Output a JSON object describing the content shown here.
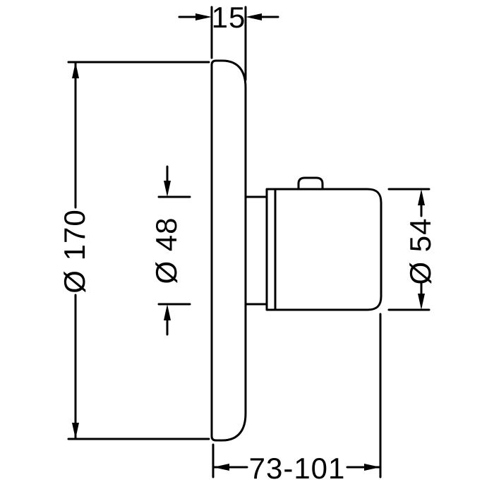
{
  "page": {
    "background_color": "#ffffff",
    "line_color": "#000000"
  },
  "diagram": {
    "type": "technical-dimension-drawing",
    "labels": {
      "plate_thickness": "15",
      "plate_diameter": "Ø 170",
      "inner_diameter": "Ø 48",
      "handle_diameter": "Ø 54",
      "depth_range": "73-101"
    }
  }
}
